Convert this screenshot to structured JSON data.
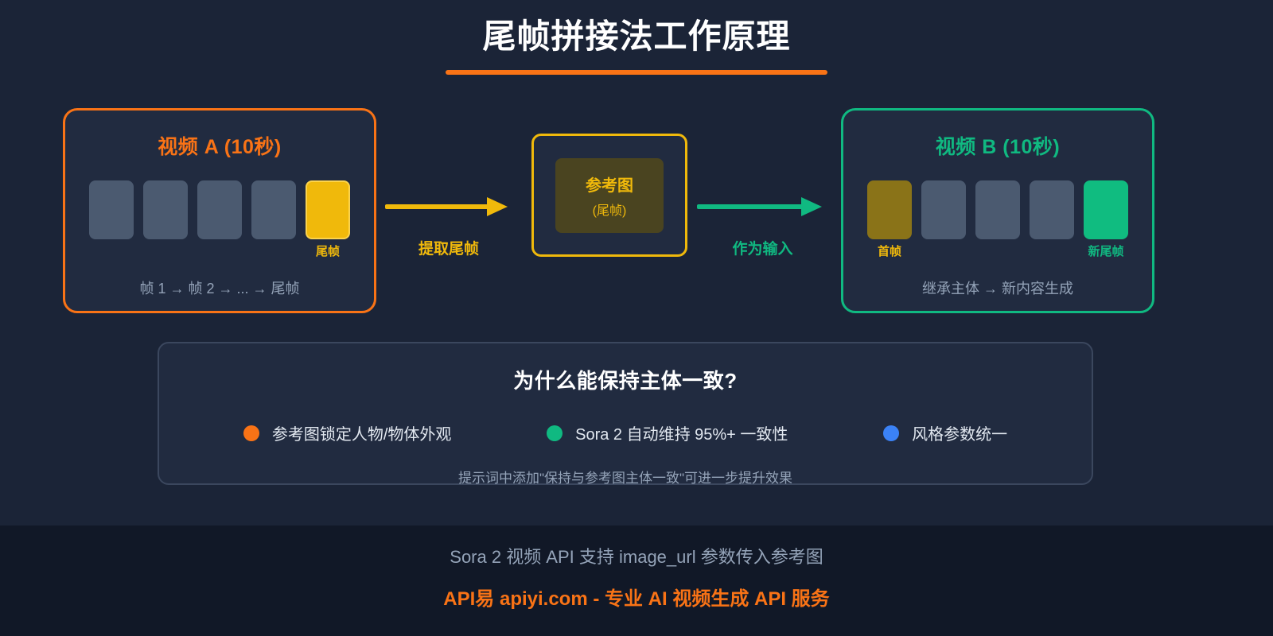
{
  "page": {
    "title": "尾帧拼接法工作原理",
    "background": "#1b2437",
    "footer_background": "#111827",
    "accent_orange": "#f97316",
    "accent_yellow": "#f0b90b",
    "accent_green": "#10b981",
    "accent_blue": "#3b82f6"
  },
  "video_a": {
    "title": "视频 A (10秒)",
    "border_color": "#f97316",
    "frames": [
      {
        "type": "normal",
        "label": ""
      },
      {
        "type": "normal",
        "label": ""
      },
      {
        "type": "normal",
        "label": ""
      },
      {
        "type": "normal",
        "label": ""
      },
      {
        "type": "yellow",
        "label": "尾帧"
      }
    ],
    "caption": "帧 1 → 帧 2 → ... → 尾帧"
  },
  "arrow_extract": {
    "label": "提取尾帧",
    "color": "#f0b90b"
  },
  "reference_card": {
    "title": "参考图",
    "subtitle": "(尾帧)",
    "border_color": "#f0b90b"
  },
  "arrow_input": {
    "label": "作为输入",
    "color": "#10b981"
  },
  "video_b": {
    "title": "视频 B (10秒)",
    "border_color": "#10b981",
    "frames": [
      {
        "type": "gold",
        "label": "首帧"
      },
      {
        "type": "normal",
        "label": ""
      },
      {
        "type": "normal",
        "label": ""
      },
      {
        "type": "normal",
        "label": ""
      },
      {
        "type": "green",
        "label": "新尾帧"
      }
    ],
    "caption": "继承主体 → 新内容生成"
  },
  "info_panel": {
    "title": "为什么能保持主体一致?",
    "bullets": [
      {
        "color": "#f97316",
        "text": "参考图锁定人物/物体外观"
      },
      {
        "color": "#10b981",
        "text": "Sora 2 自动维持 95%+ 一致性"
      },
      {
        "color": "#3b82f6",
        "text": "风格参数统一"
      }
    ],
    "hint": "提示词中添加\"保持与参考图主体一致\"可进一步提升效果"
  },
  "footer": {
    "line1": "Sora 2 视频 API 支持 image_url 参数传入参考图",
    "line2": "API易 apiyi.com - 专业 AI 视频生成 API 服务"
  }
}
